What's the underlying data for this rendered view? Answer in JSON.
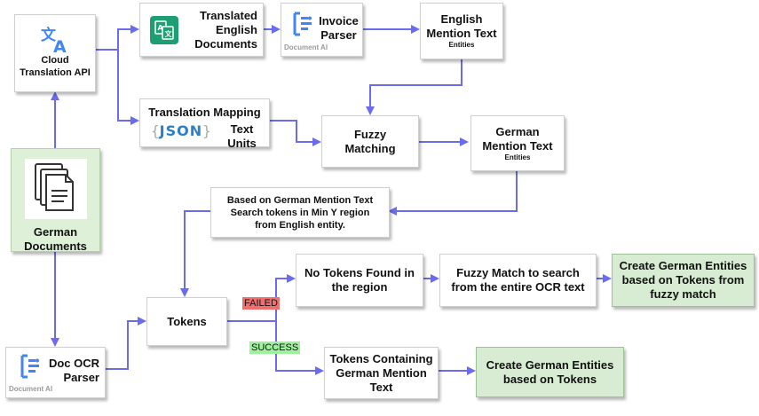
{
  "nodes": {
    "cloud_translation": {
      "line1": "Cloud",
      "line2": "Translation API"
    },
    "translated_docs": {
      "line1": "Translated",
      "line2": "English",
      "line3": "Documents"
    },
    "invoice_parser": {
      "line1": "Invoice",
      "line2": "Parser",
      "footer": "Document AI"
    },
    "english_mention": {
      "line1": "English",
      "line2": "Mention Text",
      "sub": "Entities"
    },
    "translation_mapping": {
      "line1": "Translation Mapping",
      "json_label": "JSON",
      "line2": "Text Units"
    },
    "fuzzy_matching": {
      "line1": "Fuzzy",
      "line2": "Matching"
    },
    "german_mention": {
      "line1": "German",
      "line2": "Mention Text",
      "sub": "Entities"
    },
    "german_documents": {
      "line1": "German",
      "line2": "Documents"
    },
    "search_tokens": {
      "line1": "Based on German Mention Text",
      "line2": "Search tokens in Min Y region",
      "line3": "from English entity."
    },
    "no_tokens": {
      "line1": "No Tokens Found in",
      "line2": "the region"
    },
    "fuzzy_search": {
      "line1": "Fuzzy Match to search",
      "line2": "from the entire OCR text"
    },
    "create_fuzzy": {
      "line1": "Create German Entities",
      "line2": "based on Tokens from",
      "line3": "fuzzy match"
    },
    "tokens": {
      "label": "Tokens"
    },
    "doc_ocr": {
      "line1": "Doc OCR",
      "line2": "Parser",
      "footer": "Document AI"
    },
    "tokens_containing": {
      "line1": "Tokens Containing",
      "line2": "German Mention",
      "line3": "Text"
    },
    "create_tokens": {
      "line1": "Create German Entities",
      "line2": "based on Tokens"
    }
  },
  "edge_labels": {
    "failed": "FAILED",
    "success": "SUCCESS"
  },
  "icons": {
    "translate": "translate-icon",
    "translated_doc": "translated-document-icon",
    "doc_ai": "document-ai-icon",
    "json": "json-icon",
    "documents": "documents-icon"
  },
  "colors": {
    "arrow": "#6b6bef",
    "create_box": "#d8ecd3",
    "german_docs_box": "#dff0d8",
    "failed": "#ef6f6f",
    "success": "#9ef29e",
    "google_blue": "#4285f4",
    "translated_doc_green": "#1e9e73"
  }
}
